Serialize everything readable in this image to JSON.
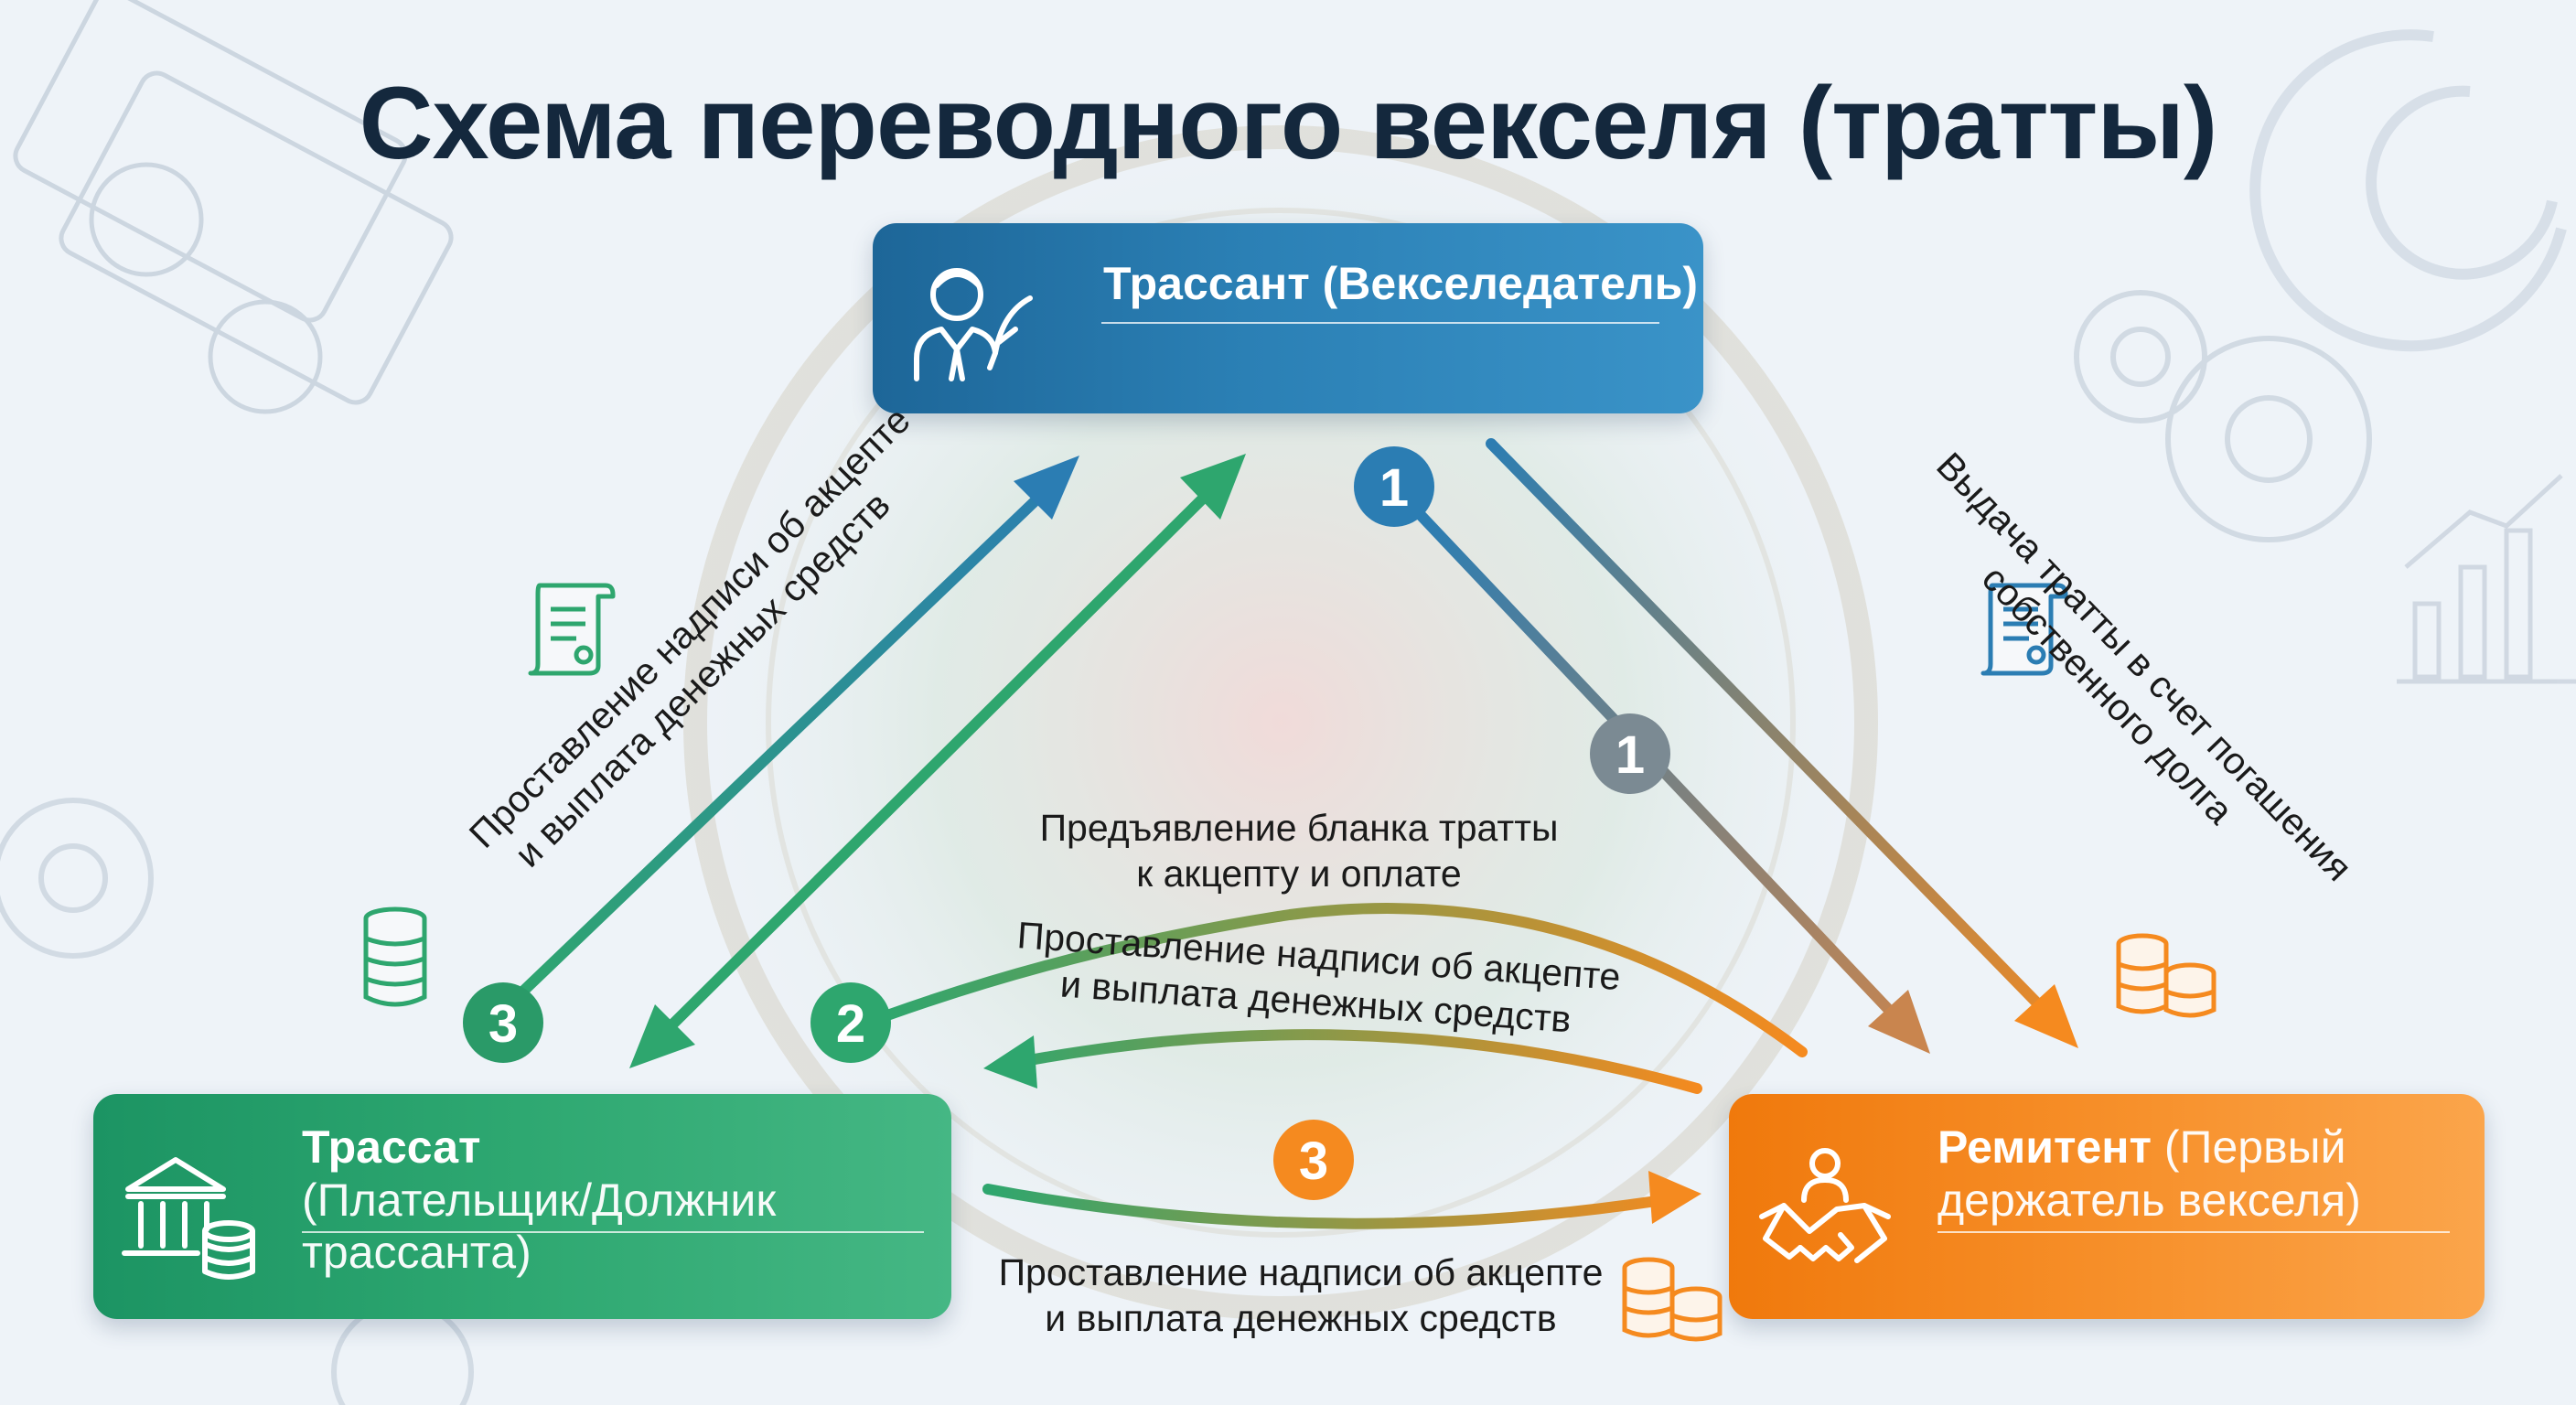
{
  "title": "Схема переводного векселя (тратты)",
  "drawer": {
    "title": "Трассант (Векселедатель)"
  },
  "drawee": {
    "title": "Трассат",
    "subtitle": "(Плательщик/Должник трассанта)"
  },
  "payee": {
    "title": "Ремитент",
    "subtitle_part1": "(Первый",
    "subtitle_part2": "держатель векселя)"
  },
  "flows": {
    "issue": {
      "line1": "Выдача тратты в счет погашения",
      "line2": "собственного долга"
    },
    "presentation": {
      "line1": "Предъявление бланка тратты",
      "line2": "к акцепту и оплате"
    },
    "accept_middle": {
      "line1": "Проставление надписи об акцепте",
      "line2": "и выплата денежных средств"
    },
    "accept_left": {
      "line1": "Проставление надписи об акцепте",
      "line2": "и выплата денежных средств"
    },
    "accept_bottom": {
      "line1": "Проставление надписи об акцепте",
      "line2": "и выплата денежных средств"
    }
  },
  "steps": {
    "s1_top": "1",
    "s1_mid": "1",
    "s2": "2",
    "s3_left": "3",
    "s3_bottom": "3"
  },
  "colors": {
    "blue": "#2b7db3",
    "green": "#2ea66e",
    "orange": "#f58a1f",
    "title": "#14283d",
    "gray_badge": "#7b8a93"
  },
  "icons": {
    "drawer": "businessman-with-quill-icon",
    "drawee": "bank-with-coins-icon",
    "payee": "handshake-icon",
    "documents": "document-scroll-icon",
    "coins": "coin-stack-icon"
  }
}
